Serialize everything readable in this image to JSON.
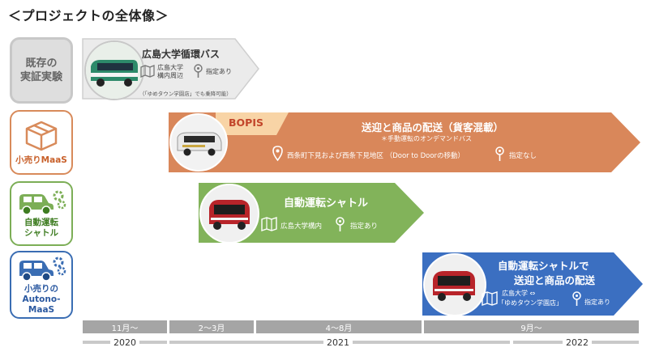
{
  "title": "＜プロジェクトの全体像＞",
  "categories": [
    {
      "line1": "既存の",
      "line2": "実証実験"
    },
    {
      "line1": "小売りMaaS",
      "line2": ""
    },
    {
      "line1": "自動運転",
      "line2": "シャトル"
    },
    {
      "line1": "小売りの",
      "line2": "Autono-MaaS"
    }
  ],
  "projects": {
    "bus": {
      "title": "広島大学循環バス",
      "loc1": "広島大学",
      "loc2": "構内周辺",
      "stop": "指定あり",
      "note": "（「ゆめタウン学園店」でも乗降可能）"
    },
    "bopis": {
      "tag": "BOPIS",
      "title": "送迎と商品の配送（貨客混載）",
      "subtitle": "＊手動運転のオンデマンドバス",
      "loc": "西条町下見および西条下見地区 （Door to Doorの移動）",
      "stop": "指定なし"
    },
    "shuttle": {
      "title": "自動運転シャトル",
      "loc": "広島大学構内",
      "stop": "指定あり"
    },
    "autono": {
      "title1": "自動運転シャトルで",
      "title2": "送迎と商品の配送",
      "loc1": "広島大学 ⇔",
      "loc2": "「ゆめタウン学園店」",
      "stop": "指定あり"
    }
  },
  "timeline": {
    "periods": [
      "11月～",
      "2～3月",
      "4～8月",
      "9月～"
    ],
    "years": [
      "2020",
      "2021",
      "2022"
    ]
  },
  "colors": {
    "grey": "#d6d6d6",
    "orange": "#d9875a",
    "green": "#82b35a",
    "blue": "#3b6fc1",
    "timeline": "#a5a5a5"
  }
}
